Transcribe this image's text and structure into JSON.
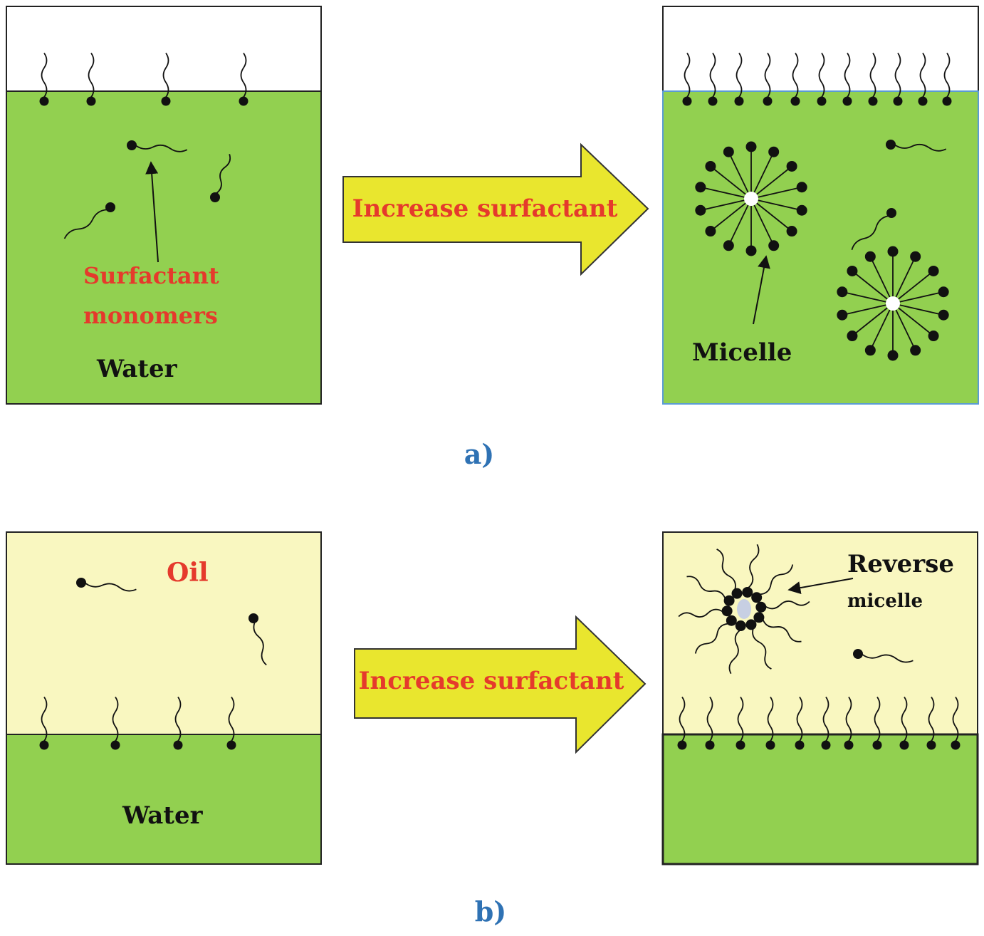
{
  "panel_a": {
    "label": "a)",
    "monomers_label_line1": "Surfactant",
    "monomers_label_line2": "monomers",
    "water_label": "Water",
    "arrow_label": "Increase surfactant",
    "micelle_label": "Micelle"
  },
  "panel_b": {
    "label": "b)",
    "oil_label": "Oil",
    "water_label": "Water",
    "arrow_label": "Increase surfactant",
    "reverse_label_line1": "Reverse",
    "reverse_label_line2": "micelle"
  },
  "colors": {
    "water": "#92d050",
    "oil": "#f9f7c0",
    "arrow_fill": "#e9e62e",
    "label_red": "#e53a2c",
    "label_blue": "#2f72b4"
  }
}
